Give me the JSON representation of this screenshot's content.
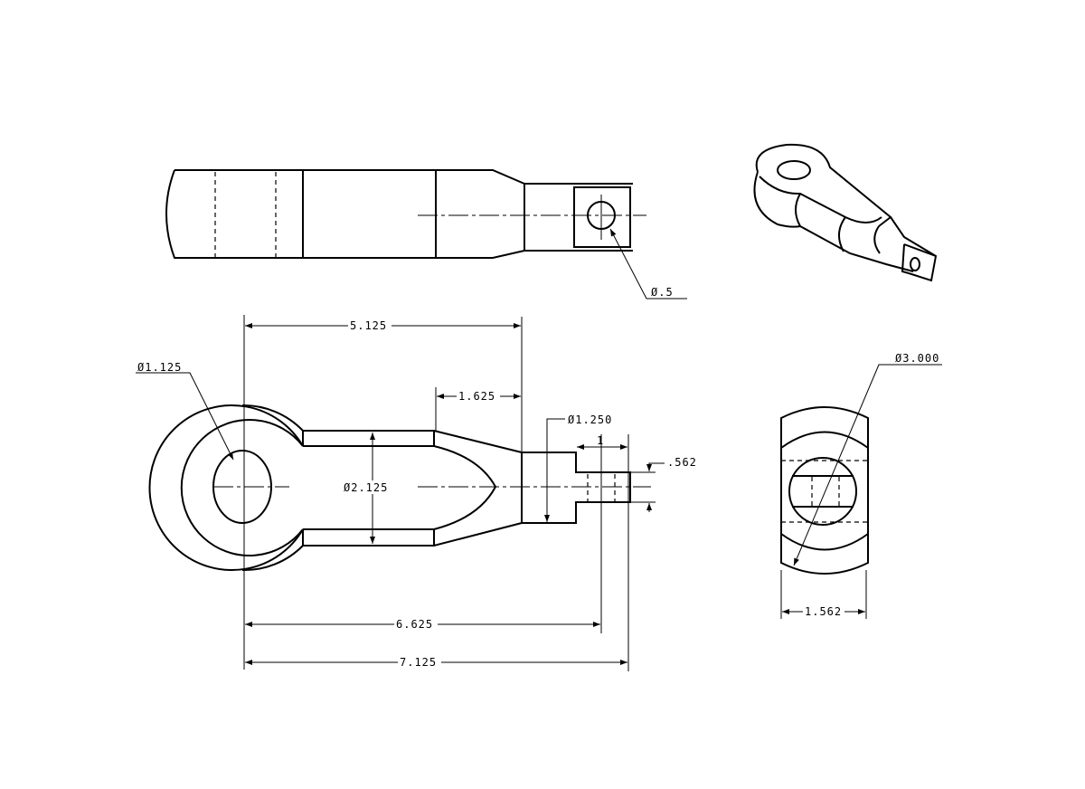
{
  "top_view": {
    "hole_dia": "Ø.5"
  },
  "front_view": {
    "dim_5125": "5.125",
    "dim_1625": "1.625",
    "hole_dia": "Ø1.125",
    "shank_dia": "Ø2.125",
    "neck_dia": "Ø1.250",
    "tip_len": "1",
    "tip_thick": ".562",
    "dim_6625": "6.625",
    "dim_7125": "7.125"
  },
  "side_view": {
    "eye_dia": "Ø3.000",
    "width": "1.562"
  }
}
